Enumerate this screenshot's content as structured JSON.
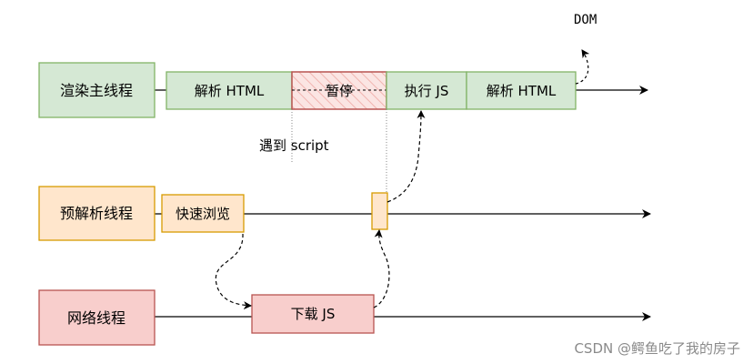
{
  "threads": {
    "render": {
      "label": "渲染主线程",
      "fill": "#d5e8d4",
      "stroke": "#82b366"
    },
    "preparse": {
      "label": "预解析线程",
      "fill": "#ffe6cc",
      "stroke": "#d79b00"
    },
    "network": {
      "label": "网络线程",
      "fill": "#f8cecc",
      "stroke": "#b85450"
    }
  },
  "render_steps": {
    "parse_html_1": "解析 HTML",
    "pause": "暂停",
    "execute_js": "执行 JS",
    "parse_html_2": "解析 HTML"
  },
  "preparse_steps": {
    "quick_browse": "快速浏览"
  },
  "network_steps": {
    "download_js": "下载 JS"
  },
  "annotations": {
    "meet_script": "遇到 script",
    "dom": "DOM"
  },
  "watermark": "CSDN @鳄鱼吃了我的房子"
}
